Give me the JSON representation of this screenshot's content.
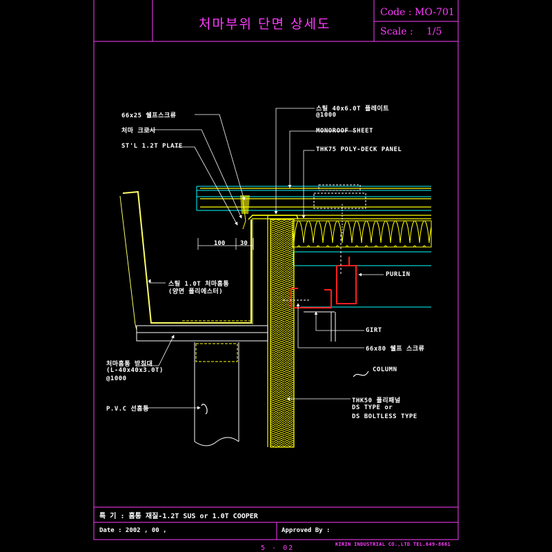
{
  "header": {
    "title": "처마부위 단면 상세도",
    "code": "Code : MO-701",
    "scale_label": "Scale :",
    "scale_value": "1/5"
  },
  "labels": {
    "screw_66x25": "66x25 쉘프스크류",
    "eave_crossa": "처마 크로사",
    "stl_plate": "ST'L 1.2T PLATE",
    "steel_plate": "스틸 40x6.0T 플레이트",
    "steel_plate_spacing": "@1000",
    "monoroof_sheet": "MONOROOF SHEET",
    "thk75_panel": "THK75 POLY-DECK PANEL",
    "purlin": "PURLIN",
    "girt": "GIRT",
    "screw_66x80": "66x80 쉘프 스크류",
    "column": "COLUMN",
    "thk50_panel": "THK50 폴리패널",
    "ds_type": "DS TYPE or",
    "ds_boltless": "DS BOLTLESS TYPE",
    "gutter_line1": "스틸 1.0T 처마홈통",
    "gutter_line2": "(양면 폴리에스터)",
    "bracket_line1": "처마홈통 받침대",
    "bracket_line2": "(L-40x40x3.0T)",
    "bracket_line3": "@1000",
    "pvc_pipe": "P.V.C 선홈통"
  },
  "dimensions": {
    "d100": "100",
    "d30": "30"
  },
  "footer": {
    "note": "특 기 : 홈통 재질-1.2T SUS or 1.0T COOPER",
    "date": "Date : 2002 , 00 ,",
    "approved": "Approved By :",
    "company": "KIRIN INDUSTRIAL CO.,LTD  TEL.649-8661",
    "page": "5 - 02"
  },
  "colors": {
    "frame": "#ff3bff",
    "cyan": "#00ffff",
    "yellow": "#ffff00",
    "gutter_yellow": "#ffff66",
    "red": "#ff2020",
    "white": "#ffffff"
  }
}
